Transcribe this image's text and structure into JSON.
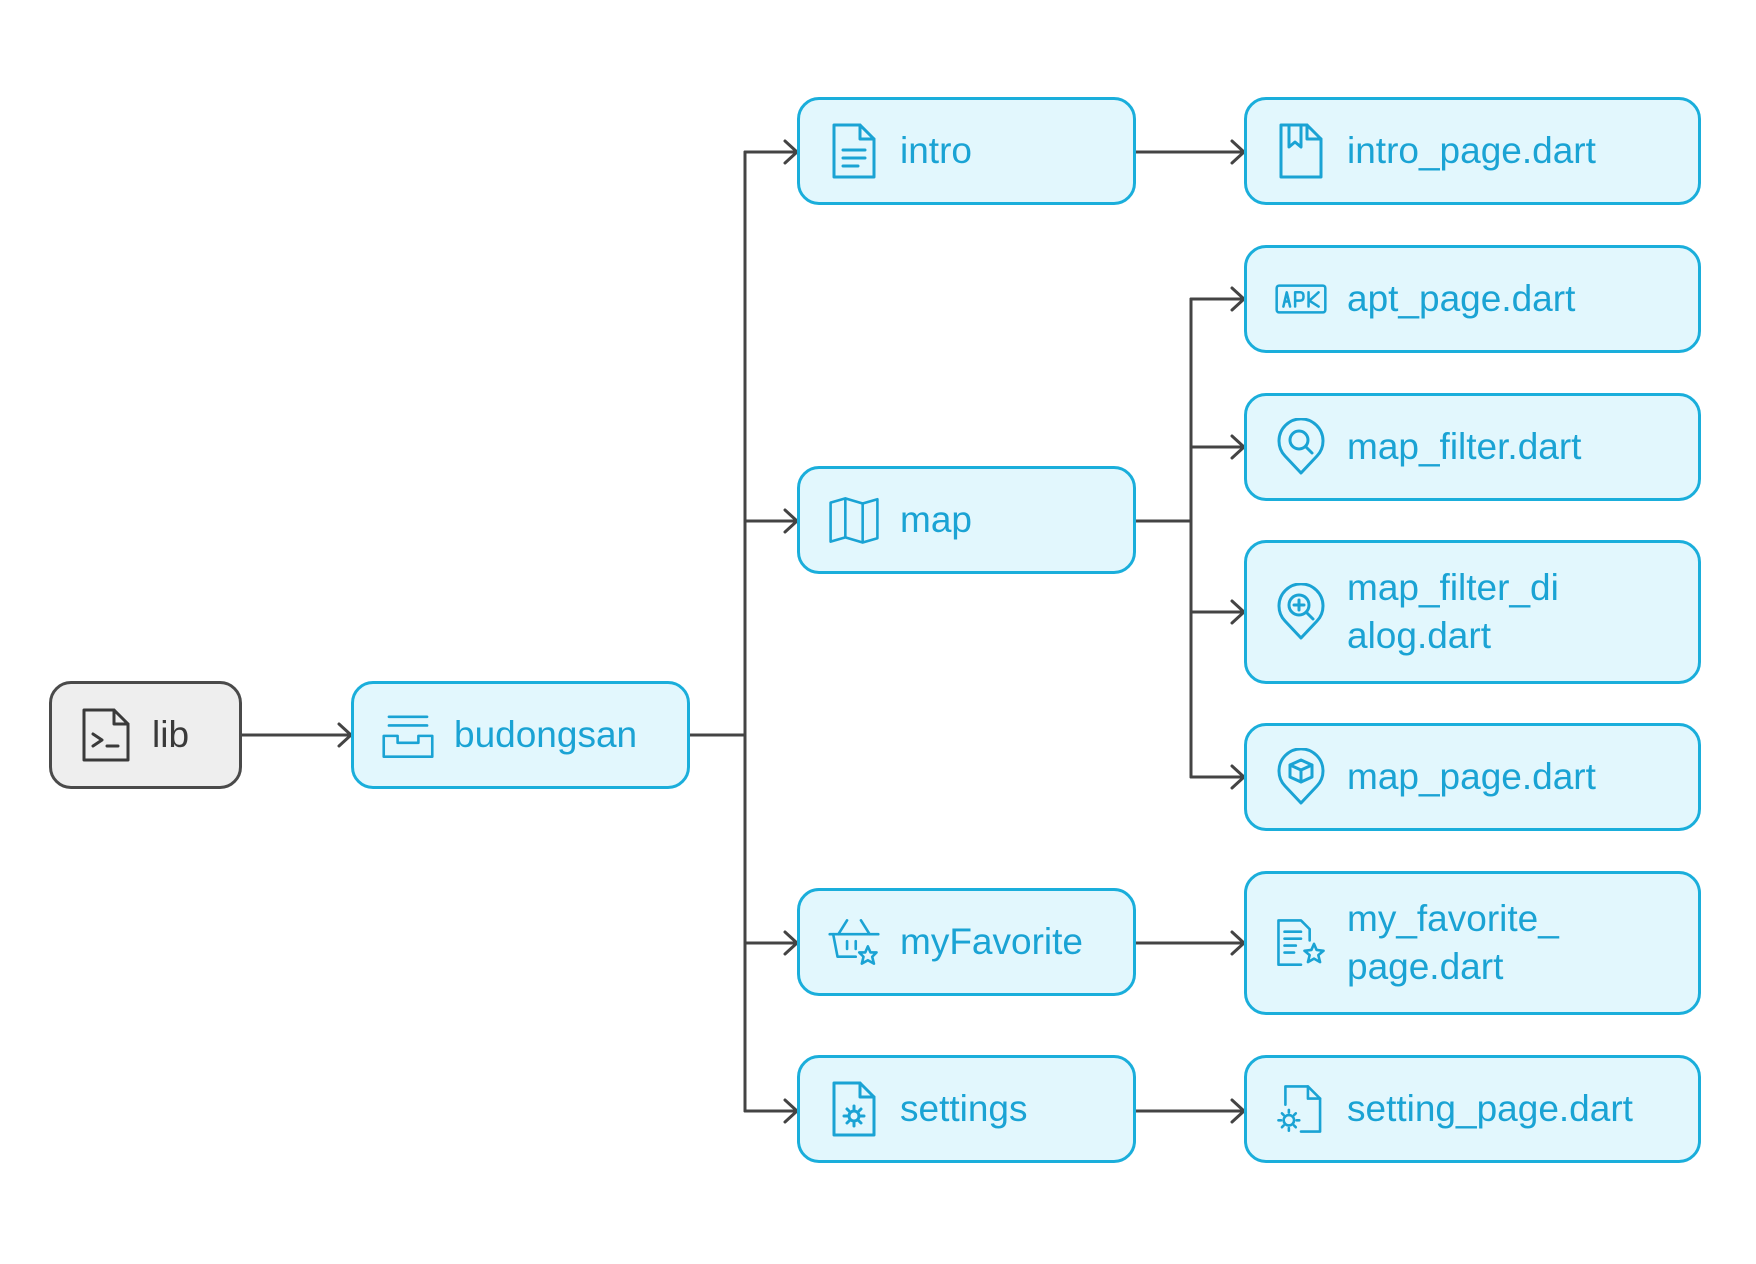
{
  "diagram": {
    "colors": {
      "accent": "#1aaedb",
      "node_fill": "#e2f7fd",
      "root_fill": "#eeeeee",
      "root_stroke": "#4a4a4a",
      "connector": "#444444"
    },
    "root": {
      "label": "lib",
      "icon": "terminal-file-icon"
    },
    "folder": {
      "label": "budongsan",
      "icon": "inbox-tray-icon"
    },
    "subfolders": [
      {
        "label": "intro",
        "icon": "document-lines-icon"
      },
      {
        "label": "map",
        "icon": "folded-map-icon"
      },
      {
        "label": "myFavorite",
        "icon": "basket-star-icon"
      },
      {
        "label": "settings",
        "icon": "file-gear-icon"
      }
    ],
    "files": [
      {
        "label": "intro_page.dart",
        "icon": "bookmark-file-icon"
      },
      {
        "label": "apt_page.dart",
        "icon": "apk-badge-icon"
      },
      {
        "label": "map_filter.dart",
        "icon": "pin-search-icon"
      },
      {
        "label": "map_filter_di\nalog.dart",
        "icon": "pin-zoom-plus-icon"
      },
      {
        "label": "map_page.dart",
        "icon": "pin-box-icon"
      },
      {
        "label": "my_favorite_\npage.dart",
        "icon": "list-star-icon"
      },
      {
        "label": "setting_page.dart",
        "icon": "file-sun-icon"
      }
    ]
  }
}
